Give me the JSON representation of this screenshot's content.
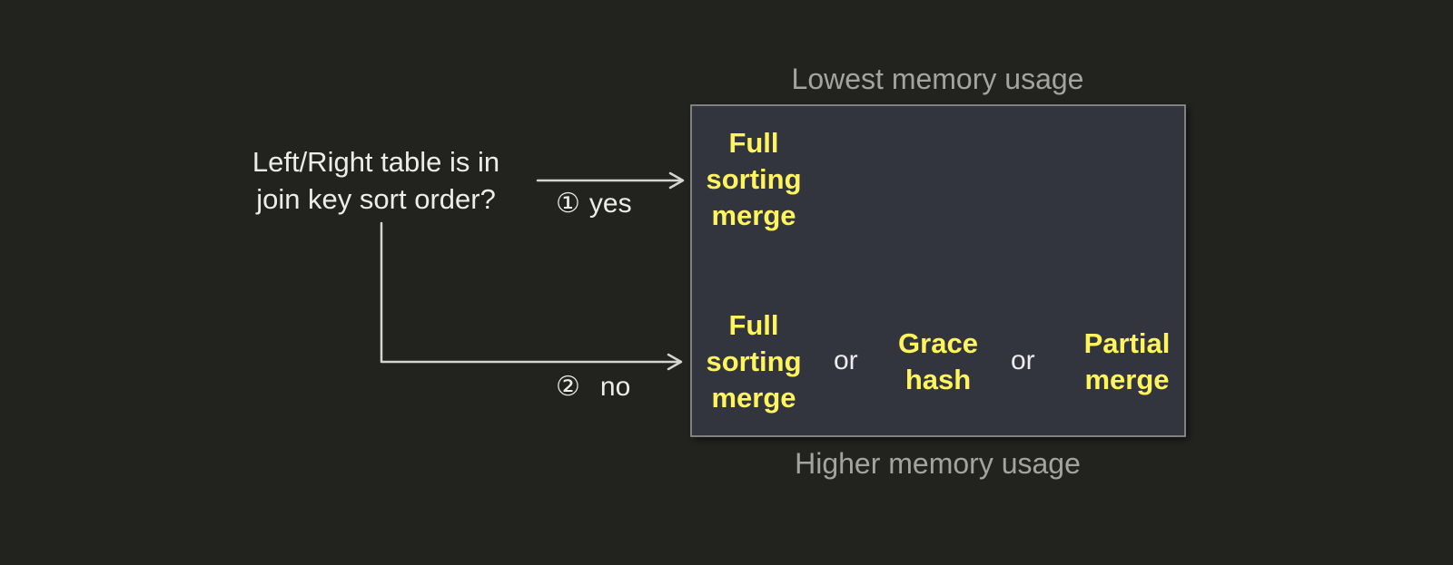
{
  "top_label": "Lowest memory usage",
  "bottom_label": "Higher memory usage",
  "question": {
    "line1": "Left/Right table is in",
    "line2": "join key sort order?"
  },
  "branches": {
    "yes": {
      "number": "①",
      "label": "yes"
    },
    "no": {
      "number": "②",
      "label": "no"
    }
  },
  "algorithms_yes": {
    "full_sorting_merge": {
      "line1": "Full",
      "line2": "sorting",
      "line3": "merge"
    }
  },
  "algorithms_no": {
    "full_sorting_merge": {
      "line1": "Full",
      "line2": "sorting",
      "line3": "merge"
    },
    "grace_hash": {
      "line1": "Grace",
      "line2": "hash"
    },
    "partial_merge": {
      "line1": "Partial",
      "line2": "merge"
    },
    "separator": "or"
  },
  "colors": {
    "background": "#22221e",
    "box_fill": "#32343d",
    "box_border": "#9a9a9a",
    "arrow": "#d4d4d2",
    "algorithm_text": "#fff45e",
    "body_text": "#ececea",
    "muted_text": "#a3a3a0"
  }
}
